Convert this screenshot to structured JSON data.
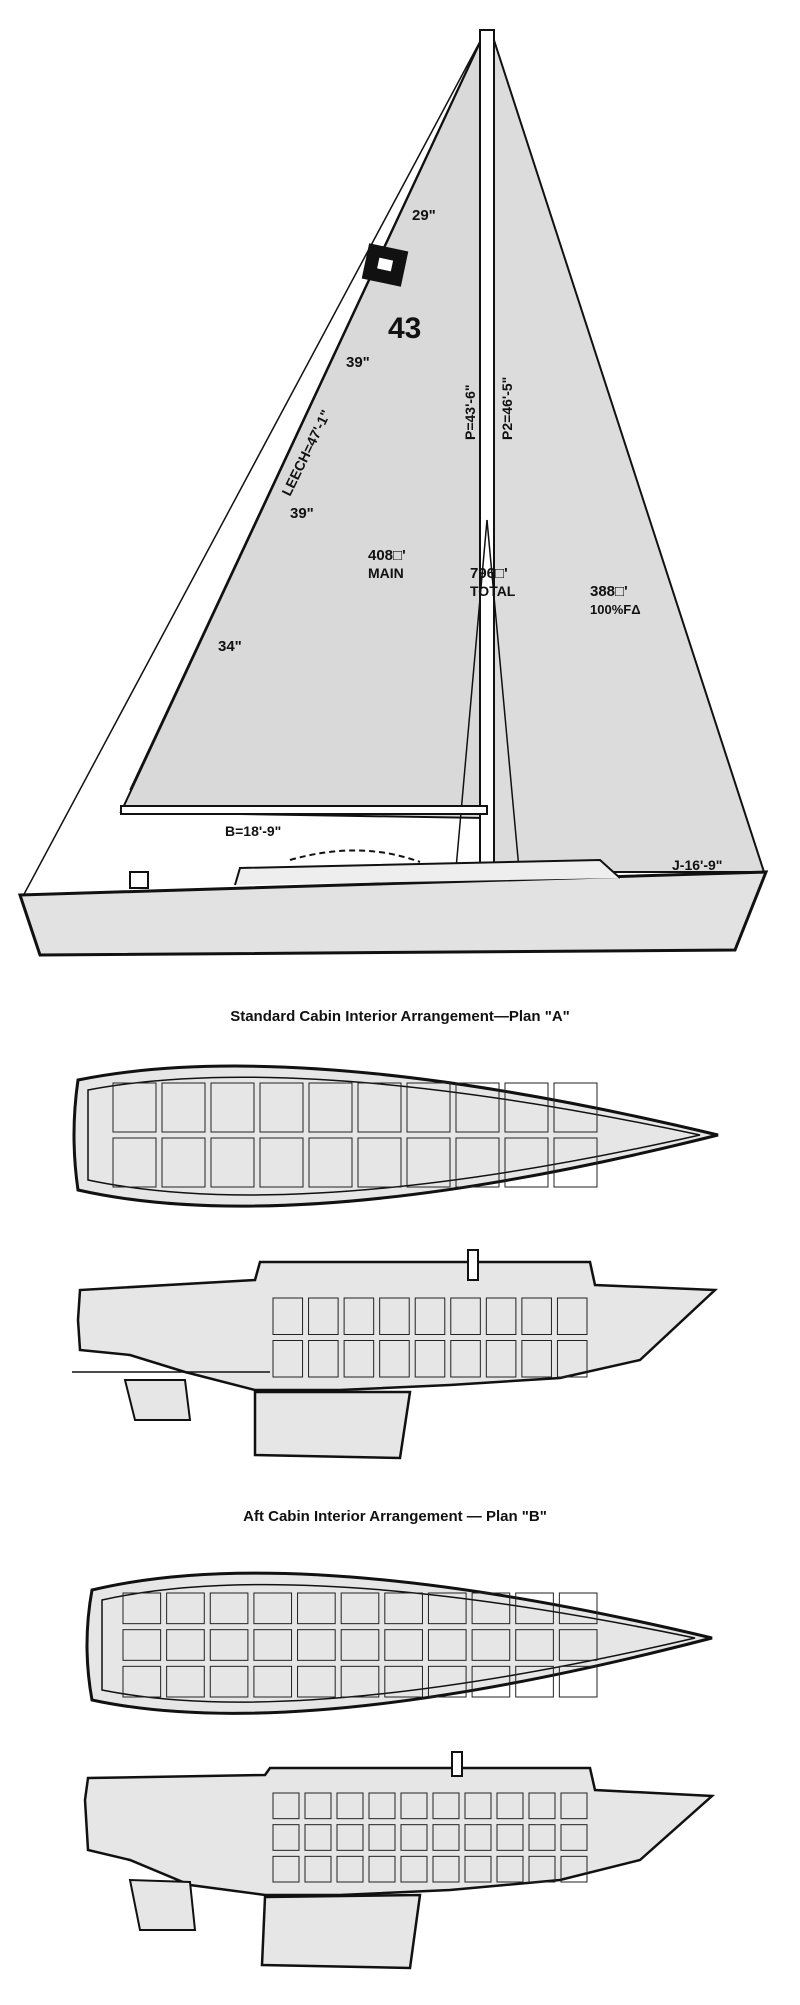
{
  "sail_plan": {
    "logo_number": "43",
    "battens": [
      "29\"",
      "39\"",
      "39\"",
      "34\""
    ],
    "leech": "LEECH=47'-1\"",
    "p": "P=43'-6\"",
    "p2": "P2=46'-5\"",
    "main_area": "408□'",
    "main_label": "MAIN",
    "total_area": "796□'",
    "total_label": "TOTAL",
    "fore_area": "388□'",
    "fore_label": "100%FΔ",
    "boom": "B=18'-9\"",
    "jib_base": "J-16'-9\""
  },
  "plan_a": {
    "title": "Standard Cabin Interior Arrangement—Plan \"A\""
  },
  "plan_b": {
    "title": "Aft Cabin Interior Arrangement — Plan \"B\""
  },
  "colors": {
    "sail": "#d9d9d9",
    "line": "#111111",
    "hull": "#e2e2e2"
  }
}
